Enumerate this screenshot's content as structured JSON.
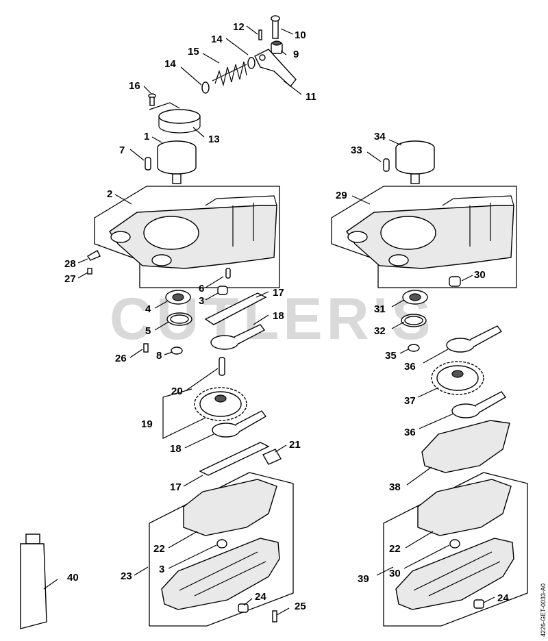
{
  "watermark": "CUTLER'S",
  "document_code": "4226-GET-0033-A0",
  "callouts": {
    "c1": "1",
    "c2": "2",
    "c3a": "3",
    "c3b": "3",
    "c4": "4",
    "c5": "5",
    "c6": "6",
    "c7": "7",
    "c8": "8",
    "c9": "9",
    "c10": "10",
    "c11": "11",
    "c12": "12",
    "c13": "13",
    "c14a": "14",
    "c14b": "14",
    "c15": "15",
    "c16": "16",
    "c17a": "17",
    "c17b": "17",
    "c18a": "18",
    "c18b": "18",
    "c19": "19",
    "c20": "20",
    "c21": "21",
    "c22a": "22",
    "c22b": "22",
    "c23": "23",
    "c24a": "24",
    "c24b": "24",
    "c25": "25",
    "c26": "26",
    "c27": "27",
    "c28": "28",
    "c29": "29",
    "c30a": "30",
    "c30b": "30",
    "c31": "31",
    "c32": "32",
    "c33": "33",
    "c34": "34",
    "c35": "35",
    "c36a": "36",
    "c36b": "36",
    "c37": "37",
    "c38": "38",
    "c39": "39",
    "c40": "40"
  }
}
